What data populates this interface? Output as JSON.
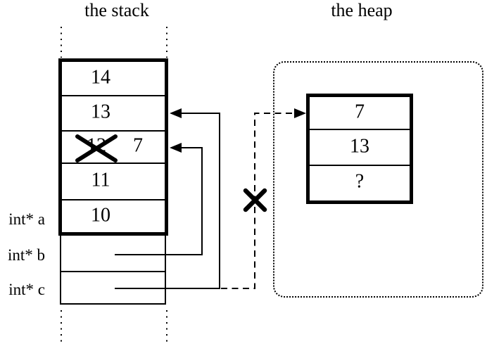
{
  "titles": {
    "stack": "the stack",
    "heap": "the heap"
  },
  "stack": {
    "frame_cells": [
      {
        "value": "14"
      },
      {
        "value": "13"
      },
      {
        "old_value": "12",
        "value": "7",
        "crossed_out": true
      },
      {
        "value": "11"
      },
      {
        "value": "10"
      }
    ],
    "pointer_labels": [
      {
        "label": "int* a"
      },
      {
        "label": "int* b"
      },
      {
        "label": "int* c"
      }
    ]
  },
  "heap": {
    "block_cells": [
      {
        "value": "7"
      },
      {
        "value": "13"
      },
      {
        "value": "?"
      }
    ]
  },
  "pointers": [
    {
      "name": "b-pointer",
      "from": "int* b",
      "to": "stack cell 12/7",
      "style": "solid"
    },
    {
      "name": "c-pointer",
      "from": "int* c",
      "to": "stack cell 13",
      "style": "solid"
    },
    {
      "name": "dangling-pointer",
      "from": "int* c",
      "to": "heap cell 7",
      "style": "dashed",
      "crossed_out": true
    }
  ],
  "colors": {
    "ink": "#000000",
    "background": "#ffffff"
  }
}
